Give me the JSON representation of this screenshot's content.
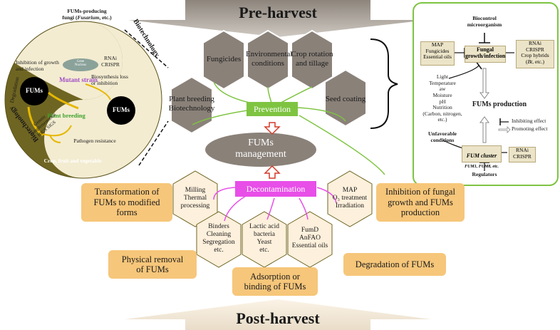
{
  "arrows": {
    "pre_harvest": "Pre-harvest",
    "post_harvest": "Post-harvest"
  },
  "center": {
    "management": "FUMs\nmanagement",
    "prevention": "Prevention",
    "decontamination": "Decontamination"
  },
  "prevention_hexes": [
    {
      "label": "Fungicides"
    },
    {
      "label": "Environmental\nconditions"
    },
    {
      "label": "Crop rotation\nand tillage"
    },
    {
      "label": "Plant breeding\nBiotechnology"
    },
    {
      "label": "Seed coating"
    }
  ],
  "decontamination_hexes": [
    {
      "label": "Milling\nThermal\nprocessing"
    },
    {
      "label": "MAP\nO₃ treatment\nIrradiation"
    },
    {
      "label": "Binders\nCleaning\nSegregation\netc."
    },
    {
      "label": "Lactic acid\nbacteria\nYeast\netc."
    },
    {
      "label": "FumD\nAnFAO\nEssential oils"
    }
  ],
  "outcomes": [
    {
      "label": "Transformation of\nFUMs to modified\nforms"
    },
    {
      "label": "Inhibition of fungal\ngrowth and FUMs\nproduction"
    },
    {
      "label": "Physical removal\nof FUMs"
    },
    {
      "label": "Adsorption or\nbinding of FUMs"
    },
    {
      "label": "Degradation of FUMs"
    }
  ],
  "circle": {
    "fungi_title": "FUMs-producing\nfungi (",
    "fungi_genus": "Fusarium",
    "fungi_tail": ", etc.)",
    "biotech_top": "Biotechnology",
    "biotech_bottom": "Biotechnology",
    "inhibition": "Inhibition of growth\nand infection",
    "gene": "Gene",
    "nucleus": "Nucleus",
    "rnai_crispr": "RNAi\nCRISPR",
    "mutant_strain": "Mutant strain",
    "biosynthesis": "Biosynthesis loss\nor inhibition",
    "fums_left": "FUMs",
    "fums_right": "FUMs",
    "degradation": "Degradation",
    "plant_breeding": "Plant breeding",
    "genetic": "Genetic\ncomplementation\nHIGS SIGS",
    "pathogen": "Pathogen resistance",
    "crop": "Crop, fruit and vegetable"
  },
  "right_panel": {
    "biocontrol": "Biocontrol\nmicroorganism",
    "left_box": "MAP\nFungicides\nEssential oils",
    "fungal": "Fungal\ngrowth/infection",
    "right_box_top": "RNAi\nCRISPR\nCrop hybrids\n(",
    "right_box_bt": "Bt",
    "right_box_tail": ", etc.)",
    "conditions": "Light\nTemperature\naw\nMoisture\npH\nNutrition\n(Carbon, nitrogen,\netc.)",
    "unfavorable": "Unfavorable\nconditions",
    "fums_production": "FUMs production",
    "legend_inhibit": "Inhibiting effect",
    "legend_promote": "Promoting effect",
    "fum_cluster": "FUM cluster",
    "fum_genes": "FUM1, FUM8, etc.",
    "rnai_crispr": "RNAi\nCRISPR",
    "regulators": "Regulators"
  },
  "colors": {
    "hex_gray": "#8a8179",
    "hex_cream": "#fdf0dc",
    "outcome_orange": "#f6c67a",
    "prevention_green": "#7ec441",
    "decon_magenta": "#e84ee8",
    "olive": "#6f6522",
    "circle_cream": "#f3ecd1",
    "panel_border": "#7ec441"
  }
}
